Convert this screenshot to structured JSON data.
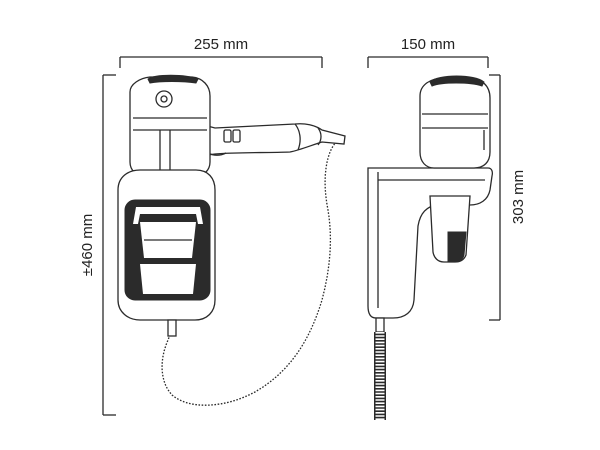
{
  "dimensions": {
    "front_width": "255 mm",
    "side_width": "150 mm",
    "total_height": "±460 mm",
    "side_height": "303 mm"
  },
  "colors": {
    "line": "#2b2b2b",
    "background": "#ffffff"
  }
}
